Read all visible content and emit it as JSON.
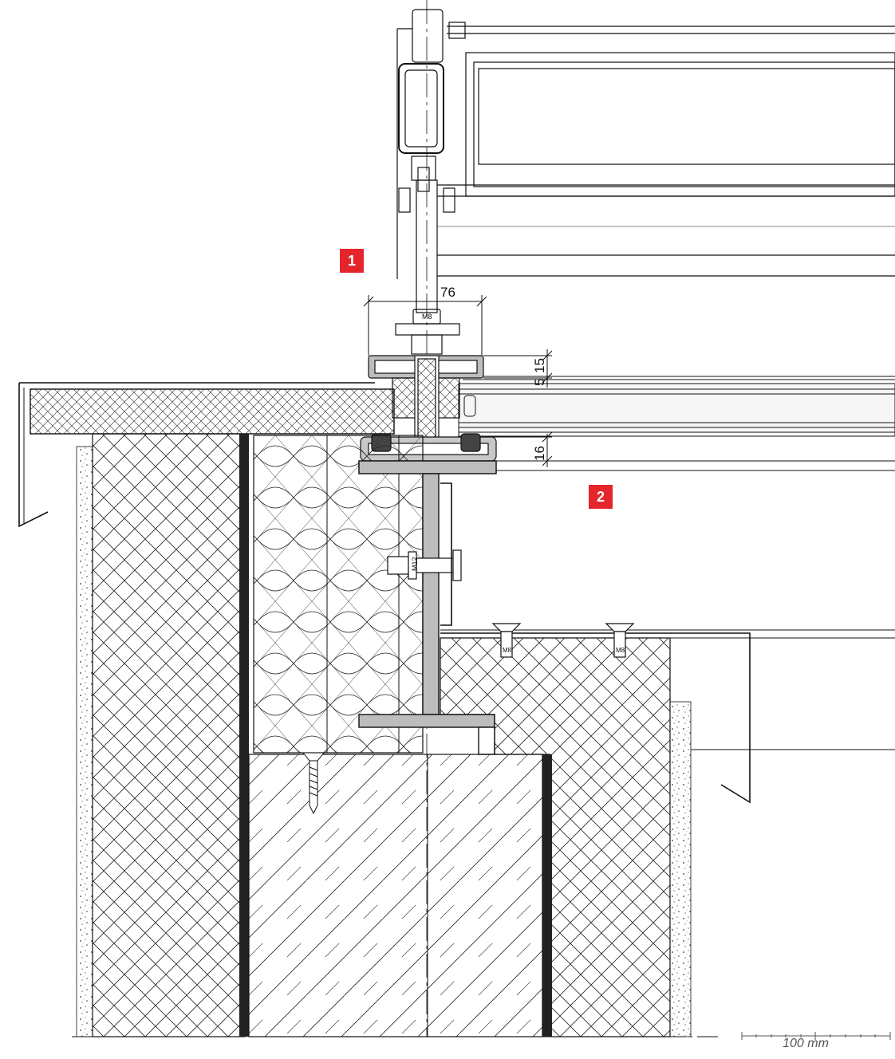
{
  "markers": [
    {
      "label": "1"
    },
    {
      "label": "2"
    }
  ],
  "dimensions": {
    "width_top": "76",
    "height_a": "15",
    "height_b": "5",
    "height_c": "16"
  },
  "fastener_labels": {
    "bolt_top": "M8",
    "bolt_side": "M12",
    "anchor_left": "M8",
    "anchor_right": "M8"
  },
  "scale": {
    "label": "100 mm"
  },
  "colors": {
    "marker": "#e4262c",
    "line": "#111111"
  }
}
